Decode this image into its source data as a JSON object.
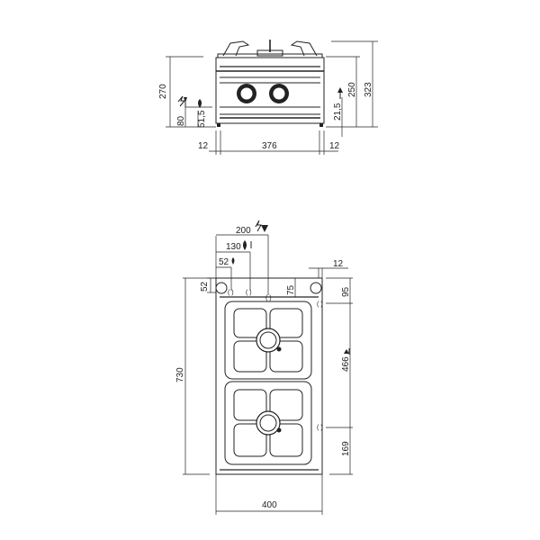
{
  "front_view": {
    "dims": {
      "overall_height": "323",
      "body_height": "250",
      "total_height_left": "270",
      "electric_height": "80",
      "gas_height": "51,5",
      "right_conn_height": "21,5",
      "width": "376",
      "left_foot_offset": "12",
      "right_foot_offset": "12"
    }
  },
  "top_view": {
    "dims": {
      "electric_x": "200",
      "water_x": "130",
      "gas_x": "52",
      "right_offset": "12",
      "top_inset": "52",
      "connector_depth": "75",
      "right_top": "95",
      "right_mid": "466",
      "right_bottom": "169",
      "depth": "730",
      "width": "400"
    }
  },
  "icons": {
    "electric": "lightning-arrow-icon",
    "gas": "flame-icon",
    "water": "water-drop-icon"
  }
}
